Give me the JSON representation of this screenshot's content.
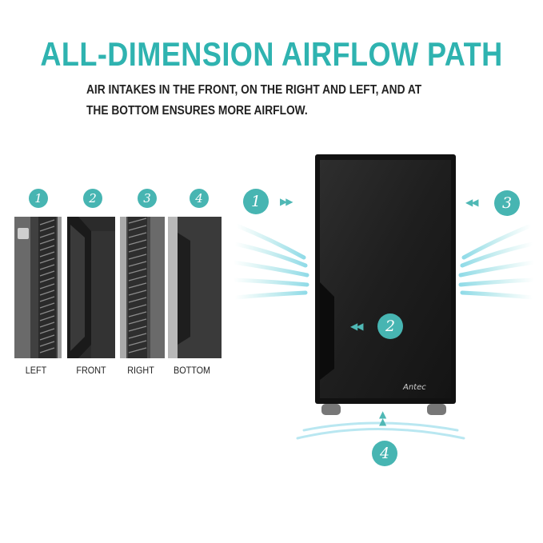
{
  "header": {
    "title": "ALL-DIMENSION AIRFLOW PATH",
    "subtitle_line1": "AIR INTAKES IN THE FRONT, ON THE RIGHT AND LEFT, AND AT",
    "subtitle_line2": "THE BOTTOM ENSURES MORE AIRFLOW."
  },
  "panels": [
    {
      "badge": "1",
      "label": "LEFT"
    },
    {
      "badge": "2",
      "label": "FRONT"
    },
    {
      "badge": "3",
      "label": "RIGHT"
    },
    {
      "badge": "4",
      "label": "BOTTOM"
    }
  ],
  "airflow": {
    "left": "1",
    "front": "2",
    "right": "3",
    "bottom": "4"
  },
  "case": {
    "brand": "Antec"
  },
  "colors": {
    "accent": "#2fb3b0",
    "case": "#1c1c1c",
    "text": "#222222"
  }
}
